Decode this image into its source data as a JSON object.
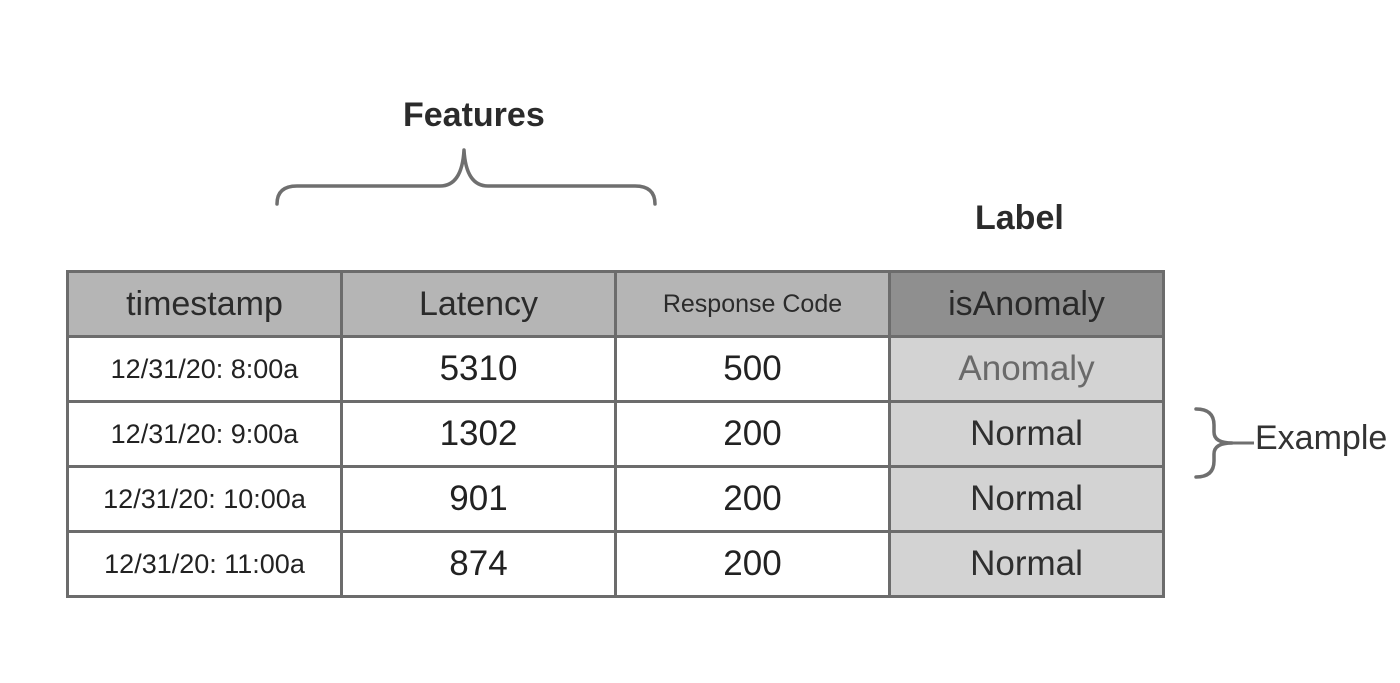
{
  "captions": {
    "features": "Features",
    "label": "Label",
    "example": "Example"
  },
  "table": {
    "headers": [
      "timestamp",
      "Latency",
      "Response Code",
      "isAnomaly"
    ],
    "rows": [
      [
        "12/31/20: 8:00a",
        "5310",
        "500",
        "Anomaly"
      ],
      [
        "12/31/20: 9:00a",
        "1302",
        "200",
        "Normal"
      ],
      [
        "12/31/20: 10:00a",
        "901",
        "200",
        "Normal"
      ],
      [
        "12/31/20: 11:00a",
        "874",
        "200",
        "Normal"
      ]
    ]
  },
  "colors": {
    "header_bg": "#b5b5b5",
    "label_header_bg": "#8f8f8f",
    "label_cell_bg": "#d3d3d3",
    "border": "#6c6c6c"
  }
}
